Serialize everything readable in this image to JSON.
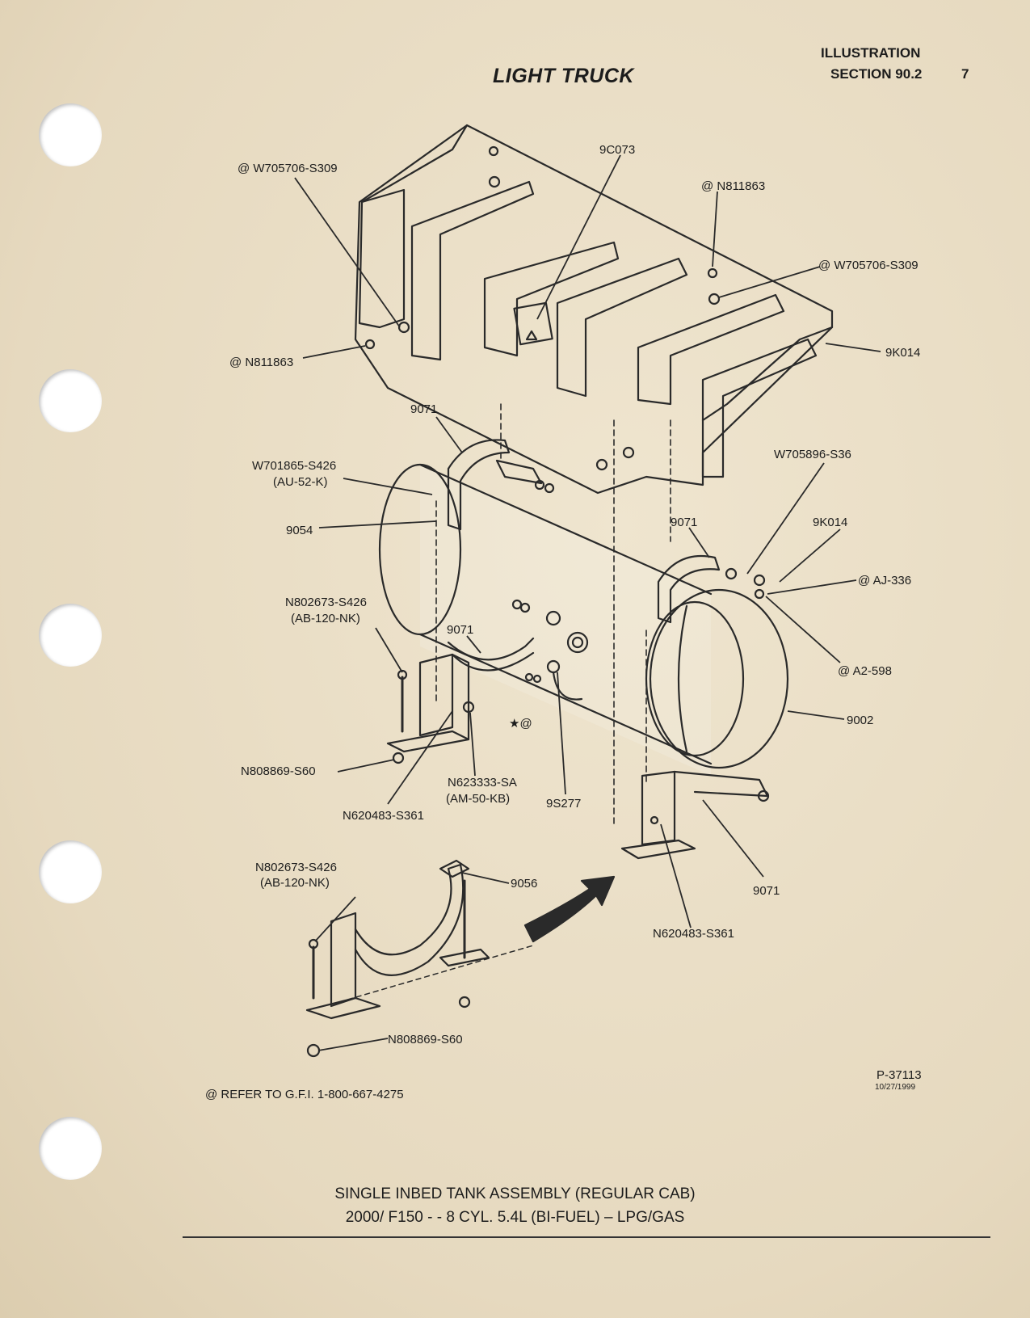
{
  "header": {
    "title": "LIGHT TRUCK",
    "illustration": "ILLUSTRATION",
    "section": "SECTION 90.2",
    "page_number": "7"
  },
  "labels": {
    "w705706_left": "@ W705706-S309",
    "c9073": "9C073",
    "n811863_right": "@ N811863",
    "w705706_right": "@ W705706-S309",
    "n811863_left": "@ N811863",
    "k9014_top": "9K014",
    "s9071_top": "9071",
    "w701865": "W701865-S426",
    "au52k": "(AU-52-K)",
    "s9054": "9054",
    "w705896": "W705896-S36",
    "s9071_right": "9071",
    "k9014_right": "9K014",
    "aj336": "@ AJ-336",
    "n802673_upper": "N802673-S426",
    "ab120_upper": "(AB-120-NK)",
    "s9071_mid": "9071",
    "a2598": "@ A2-598",
    "star_at": "★@",
    "s9002": "9002",
    "n808869_upper": "N808869-S60",
    "n623333": "N623333-SA",
    "am50kb": "(AM-50-KB)",
    "s9s277": "9S277",
    "n620483_left": "N620483-S361",
    "n802673_lower": "N802673-S426",
    "ab120_lower": "(AB-120-NK)",
    "s9056": "9056",
    "s9071_lower": "9071",
    "n620483_right": "N620483-S361",
    "n808869_lower": "N808869-S60",
    "part_number": "P-37113",
    "part_date": "10/27/1999",
    "footnote": "@  REFER TO G.F.I.  1-800-667-4275"
  },
  "caption": {
    "line1": "SINGLE INBED TANK ASSEMBLY (REGULAR CAB)",
    "line2": "2000/ F150 - - 8 CYL. 5.4L (BI-FUEL) – LPG/GAS"
  }
}
